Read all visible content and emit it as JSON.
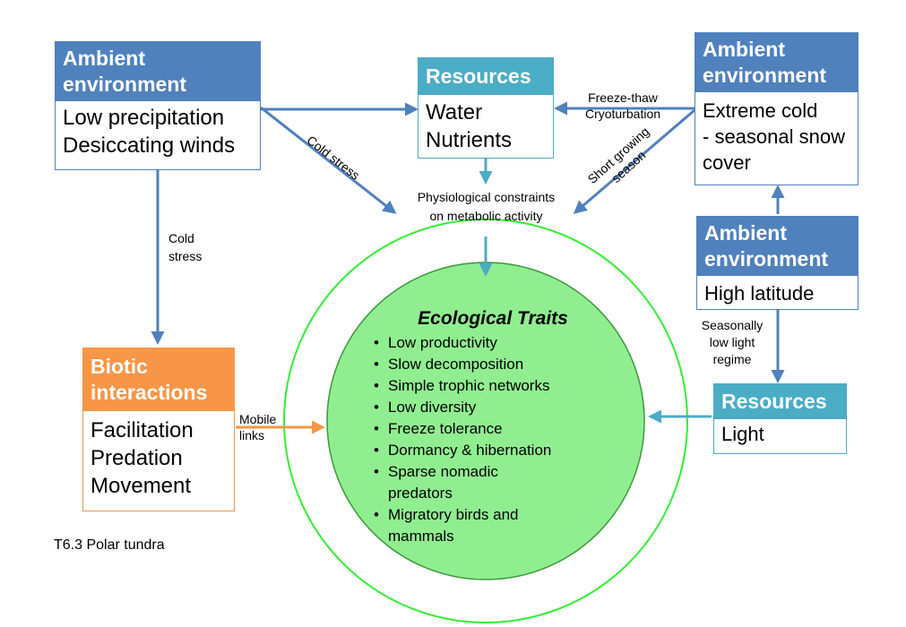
{
  "colors": {
    "blue_header": "#4f81bd",
    "teal_header": "#4bacc6",
    "orange_header": "#f79646",
    "circle_fill": "#90ee90",
    "circle_ring": "#33ee33",
    "arrow_blue": "#4f81bd",
    "arrow_teal": "#4bacc6",
    "arrow_orange": "#f79646"
  },
  "ambient_left": {
    "title_line1": "Ambient",
    "title_line2": "environment",
    "items": [
      "Low precipitation",
      "Desiccating winds"
    ]
  },
  "resources_top": {
    "title": "Resources",
    "items": [
      "Water",
      "Nutrients"
    ]
  },
  "ambient_right_top": {
    "title_line1": "Ambient",
    "title_line2": "environment",
    "items": [
      "Extreme cold",
      "- seasonal snow",
      "cover"
    ]
  },
  "ambient_right_mid": {
    "title_line1": "Ambient",
    "title_line2": "environment",
    "items": [
      "High latitude"
    ]
  },
  "resources_right": {
    "title": "Resources",
    "items": [
      "Light"
    ]
  },
  "biotic": {
    "title_line1": "Biotic",
    "title_line2": "interactions",
    "items": [
      "Facilitation",
      "Predation",
      "Movement"
    ]
  },
  "physiological": {
    "line1": "Physiological constraints",
    "line2": "on metabolic activity"
  },
  "labels": {
    "freeze_thaw": "Freeze-thaw",
    "cryoturbation": "Cryoturbation",
    "cold_stress_diag": "Cold stress",
    "short_growing": "Short growing",
    "season": "season",
    "cold_stress_vert_1": "Cold",
    "cold_stress_vert_2": "stress",
    "seasonally_1": "Seasonally",
    "seasonally_2": "low light",
    "seasonally_3": "regime",
    "mobile_1": "Mobile",
    "mobile_2": "links"
  },
  "ecological_traits": {
    "title": "Ecological Traits",
    "items": [
      "Low productivity",
      "Slow decomposition",
      "Simple trophic networks",
      "Low diversity",
      "Freeze tolerance",
      "Dormancy & hibernation",
      "Sparse nomadic predators",
      "Migratory birds and mammals"
    ]
  },
  "caption": "T6.3 Polar tundra"
}
